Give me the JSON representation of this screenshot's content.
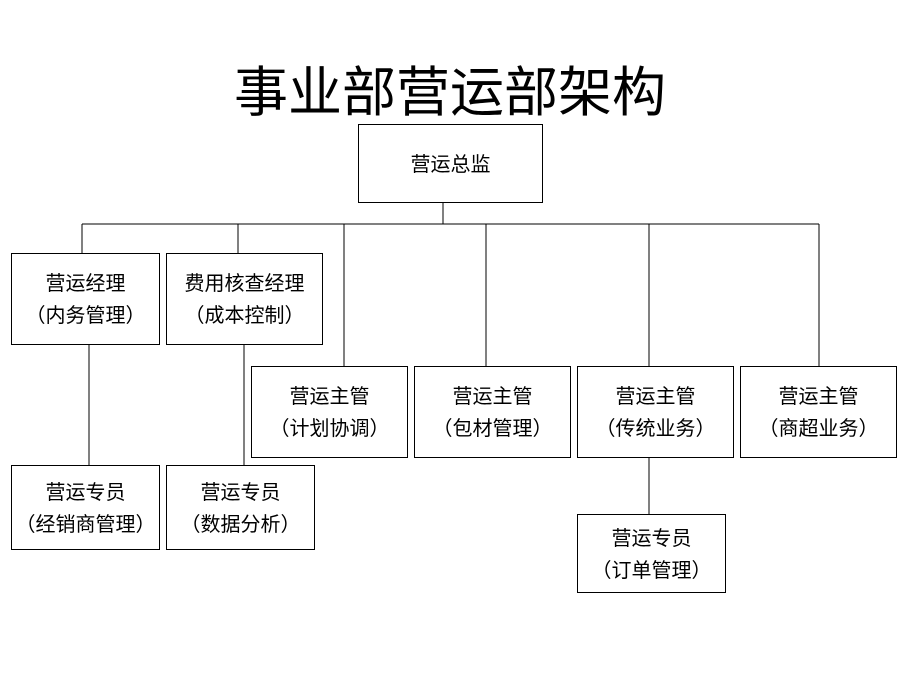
{
  "title": "事业部营运部架构",
  "nodes": {
    "director": {
      "line1": "营运总监"
    },
    "manager_internal": {
      "line1": "营运经理",
      "line2": "（内务管理）"
    },
    "manager_cost": {
      "line1": "费用核查经理",
      "line2": "（成本控制）"
    },
    "supervisor_coordination": {
      "line1": "营运主管",
      "line2": "（计划协调）"
    },
    "supervisor_materials": {
      "line1": "营运主管",
      "line2": "（包材管理）"
    },
    "supervisor_traditional": {
      "line1": "营运主管",
      "line2": "（传统业务）"
    },
    "supervisor_supermarket": {
      "line1": "营运主管",
      "line2": "（商超业务）"
    },
    "specialist_distributor": {
      "line1": "营运专员",
      "line2": "（经销商管理）"
    },
    "specialist_data": {
      "line1": "营运专员",
      "line2": "（数据分析）"
    },
    "specialist_orders": {
      "line1": "营运专员",
      "line2": "（订单管理）"
    }
  }
}
